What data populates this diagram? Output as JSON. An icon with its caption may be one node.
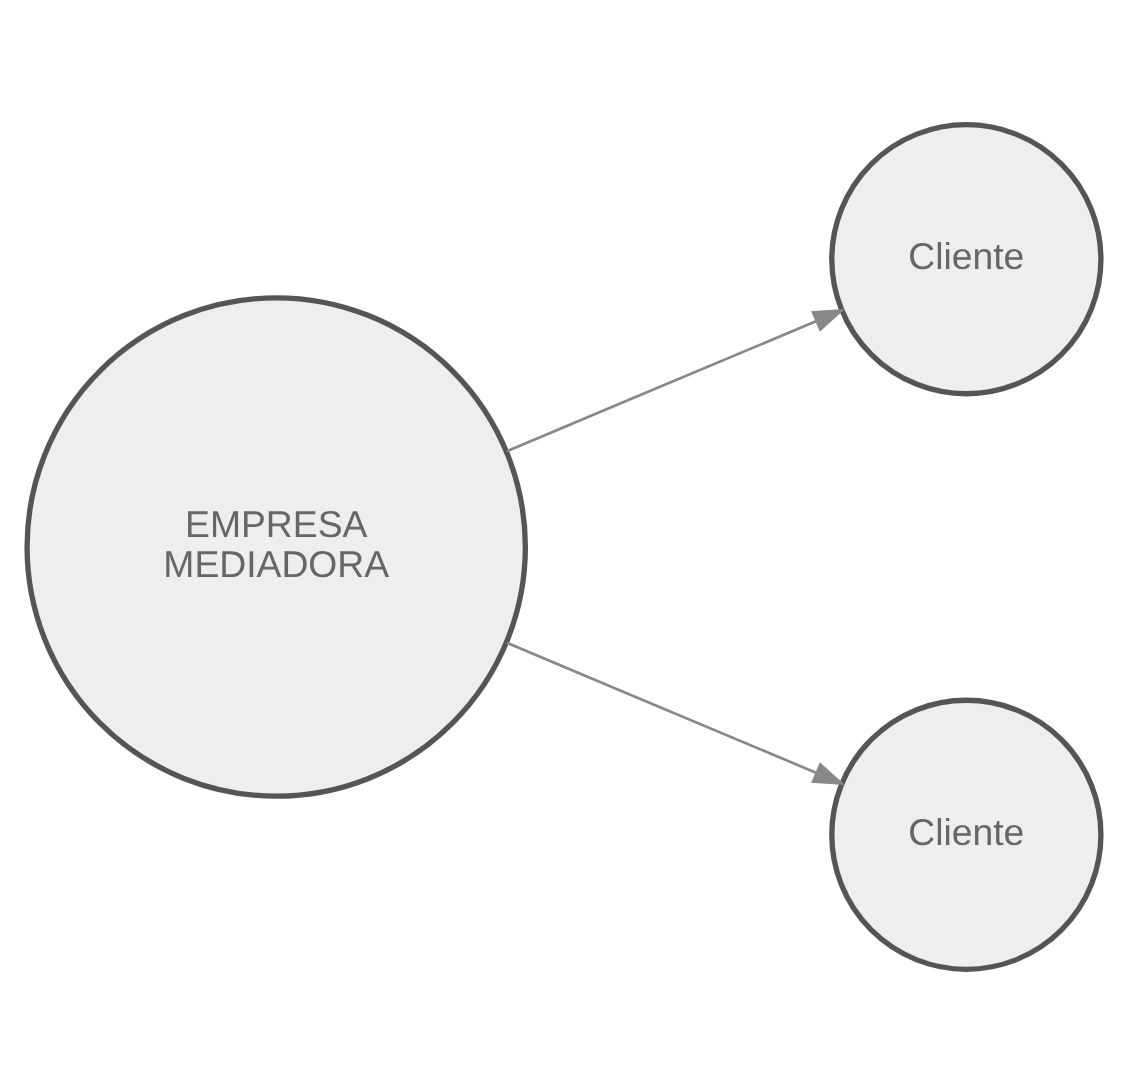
{
  "diagram": {
    "nodes": [
      {
        "text": [
          "EMPRESA MEDIADORA"
        ]
      },
      {
        "text": [
          "Cliente"
        ]
      },
      {
        "text": [
          "Cliente"
        ]
      }
    ],
    "edges": [
      {
        "from": 0,
        "to": 1,
        "arrow": "to"
      },
      {
        "from": 0,
        "to": 2,
        "arrow": "to"
      }
    ]
  }
}
